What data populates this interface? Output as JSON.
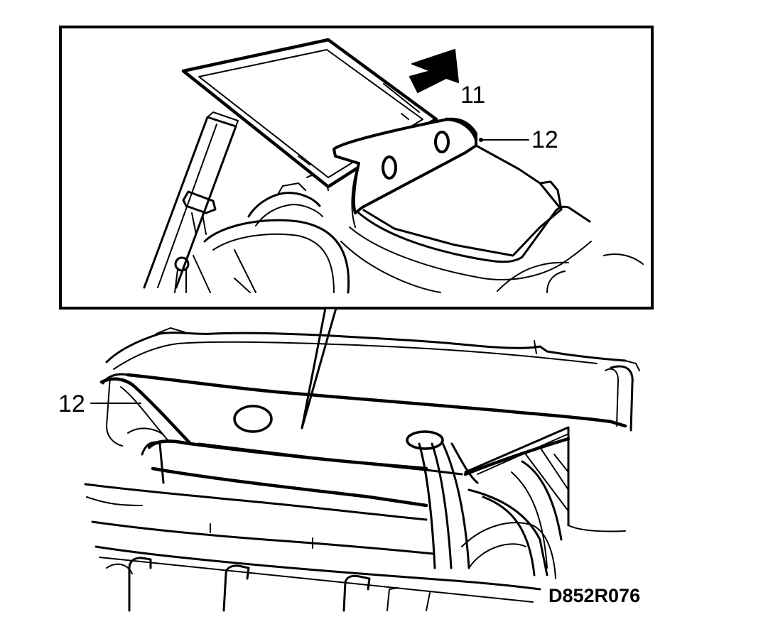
{
  "callouts": {
    "arrow_label": "11",
    "inset_part_label": "12",
    "main_part_label": "12"
  },
  "figure_code": "D852R076",
  "colors": {
    "ink": "#000000",
    "paper": "#ffffff"
  }
}
